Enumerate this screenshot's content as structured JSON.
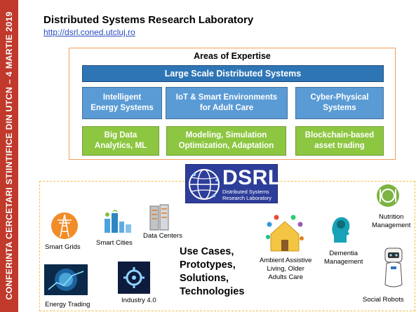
{
  "sidebar": {
    "text": "CONFERINTA CERCETARI STIINTIFICE DIN UTCN – 4 MARTIE 2019"
  },
  "header": {
    "title": "Distributed Systems Research Laboratory",
    "url": "http://dsrl.coned.utcluj.ro"
  },
  "areas": {
    "title": "Areas of Expertise",
    "main": "Large Scale Distributed Systems",
    "blue_boxes": [
      {
        "line1": "Intelligent",
        "line2": "Energy Systems"
      },
      {
        "line1": "IoT & Smart Environments",
        "line2": "for Adult Care"
      },
      {
        "line1": "Cyber-Physical",
        "line2": "Systems"
      }
    ],
    "green_boxes": [
      {
        "line1": "Big Data",
        "line2": "Analytics, ML"
      },
      {
        "line1": "Modeling, Simulation",
        "line2": "Optimization, Adaptation"
      },
      {
        "line1": "Blockchain-based",
        "line2": "asset trading"
      }
    ]
  },
  "logo": {
    "text": "DSRL",
    "sub1": "Distributed Systems",
    "sub2": "Research Laboratory"
  },
  "use_cases": {
    "center": [
      "Use Cases,",
      "Prototypes,",
      "Solutions,",
      "Technologies"
    ],
    "items": {
      "smart_grids": "Smart Grids",
      "smart_cities": "Smart Cities",
      "data_centers": "Data Centers",
      "energy_trading": "Energy Trading",
      "industry": "Industry 4.0",
      "ambient": [
        "Ambient Assistive",
        "Living, Older",
        "Adults Care"
      ],
      "dementia": [
        "Dementia",
        "Management"
      ],
      "nutrition": [
        "Nutrition",
        "Management"
      ],
      "social_robots": "Social Robots"
    }
  },
  "colors": {
    "sidebar": "#c0392b",
    "blue_box": "#5b9bd5",
    "dark_box": "#2e75b6",
    "green_box": "#8dc641",
    "frame_orange": "#f0a05a",
    "frame_yellow": "#f2c24a",
    "logo_bg": "#2d3e9a"
  }
}
